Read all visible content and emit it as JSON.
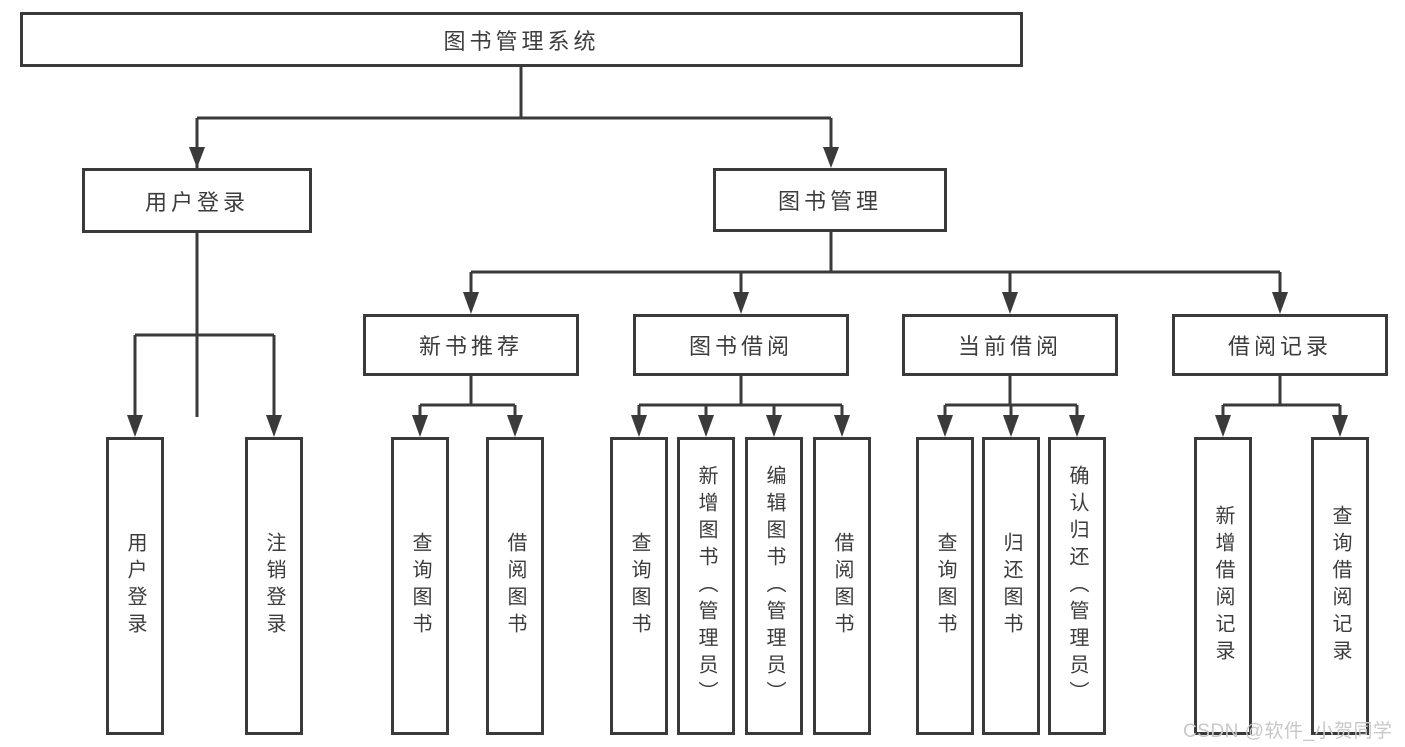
{
  "colors": {
    "line": "#3a3a3a",
    "text": "#3c3c3c",
    "box_background": "#ffffff",
    "page_background": "#ffffff",
    "watermark": "#c8c8c8"
  },
  "tree": {
    "label": "图书管理系统",
    "children": [
      {
        "label": "用户登录",
        "children": [
          {
            "label": "用户登录"
          },
          {
            "label": "注销登录"
          }
        ]
      },
      {
        "label": "图书管理",
        "children": [
          {
            "label": "新书推荐",
            "children": [
              {
                "label": "查询图书"
              },
              {
                "label": "借阅图书"
              }
            ]
          },
          {
            "label": "图书借阅",
            "children": [
              {
                "label": "查询图书"
              },
              {
                "label": "新增图书（管理员）"
              },
              {
                "label": "编辑图书（管理员）"
              },
              {
                "label": "借阅图书"
              }
            ]
          },
          {
            "label": "当前借阅",
            "children": [
              {
                "label": "查询图书"
              },
              {
                "label": "归还图书"
              },
              {
                "label": "确认归还（管理员）"
              }
            ]
          },
          {
            "label": "借阅记录",
            "children": [
              {
                "label": "新增借阅记录"
              },
              {
                "label": "查询借阅记录"
              }
            ]
          }
        ]
      }
    ]
  },
  "watermark": {
    "text": "CSDN @软件_小贺同学"
  }
}
